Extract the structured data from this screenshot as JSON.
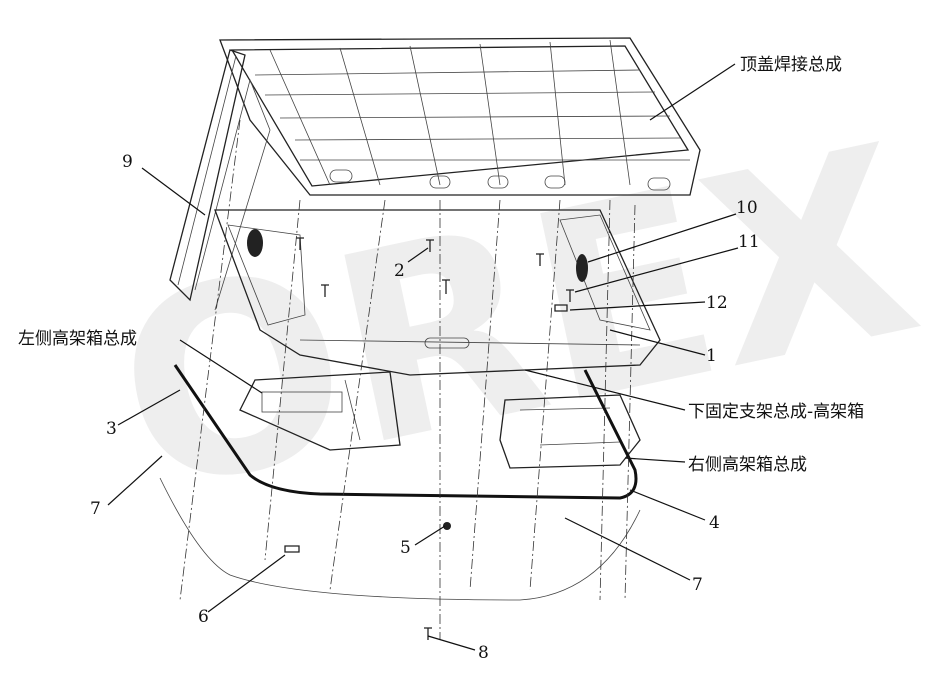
{
  "diagram": {
    "labels": {
      "roof_weld": "顶盖焊接总成",
      "left_box": "左侧高架箱总成",
      "lower_bracket": "下固定支架总成-高架箱",
      "right_box": "右侧高架箱总成"
    },
    "numbers": {
      "n1": "1",
      "n2": "2",
      "n3": "3",
      "n4": "4",
      "n5": "5",
      "n6": "6",
      "n7a": "7",
      "n7b": "7",
      "n8": "8",
      "n9": "9",
      "n10": "10",
      "n11": "11",
      "n12": "12"
    },
    "watermark": "OREX"
  }
}
